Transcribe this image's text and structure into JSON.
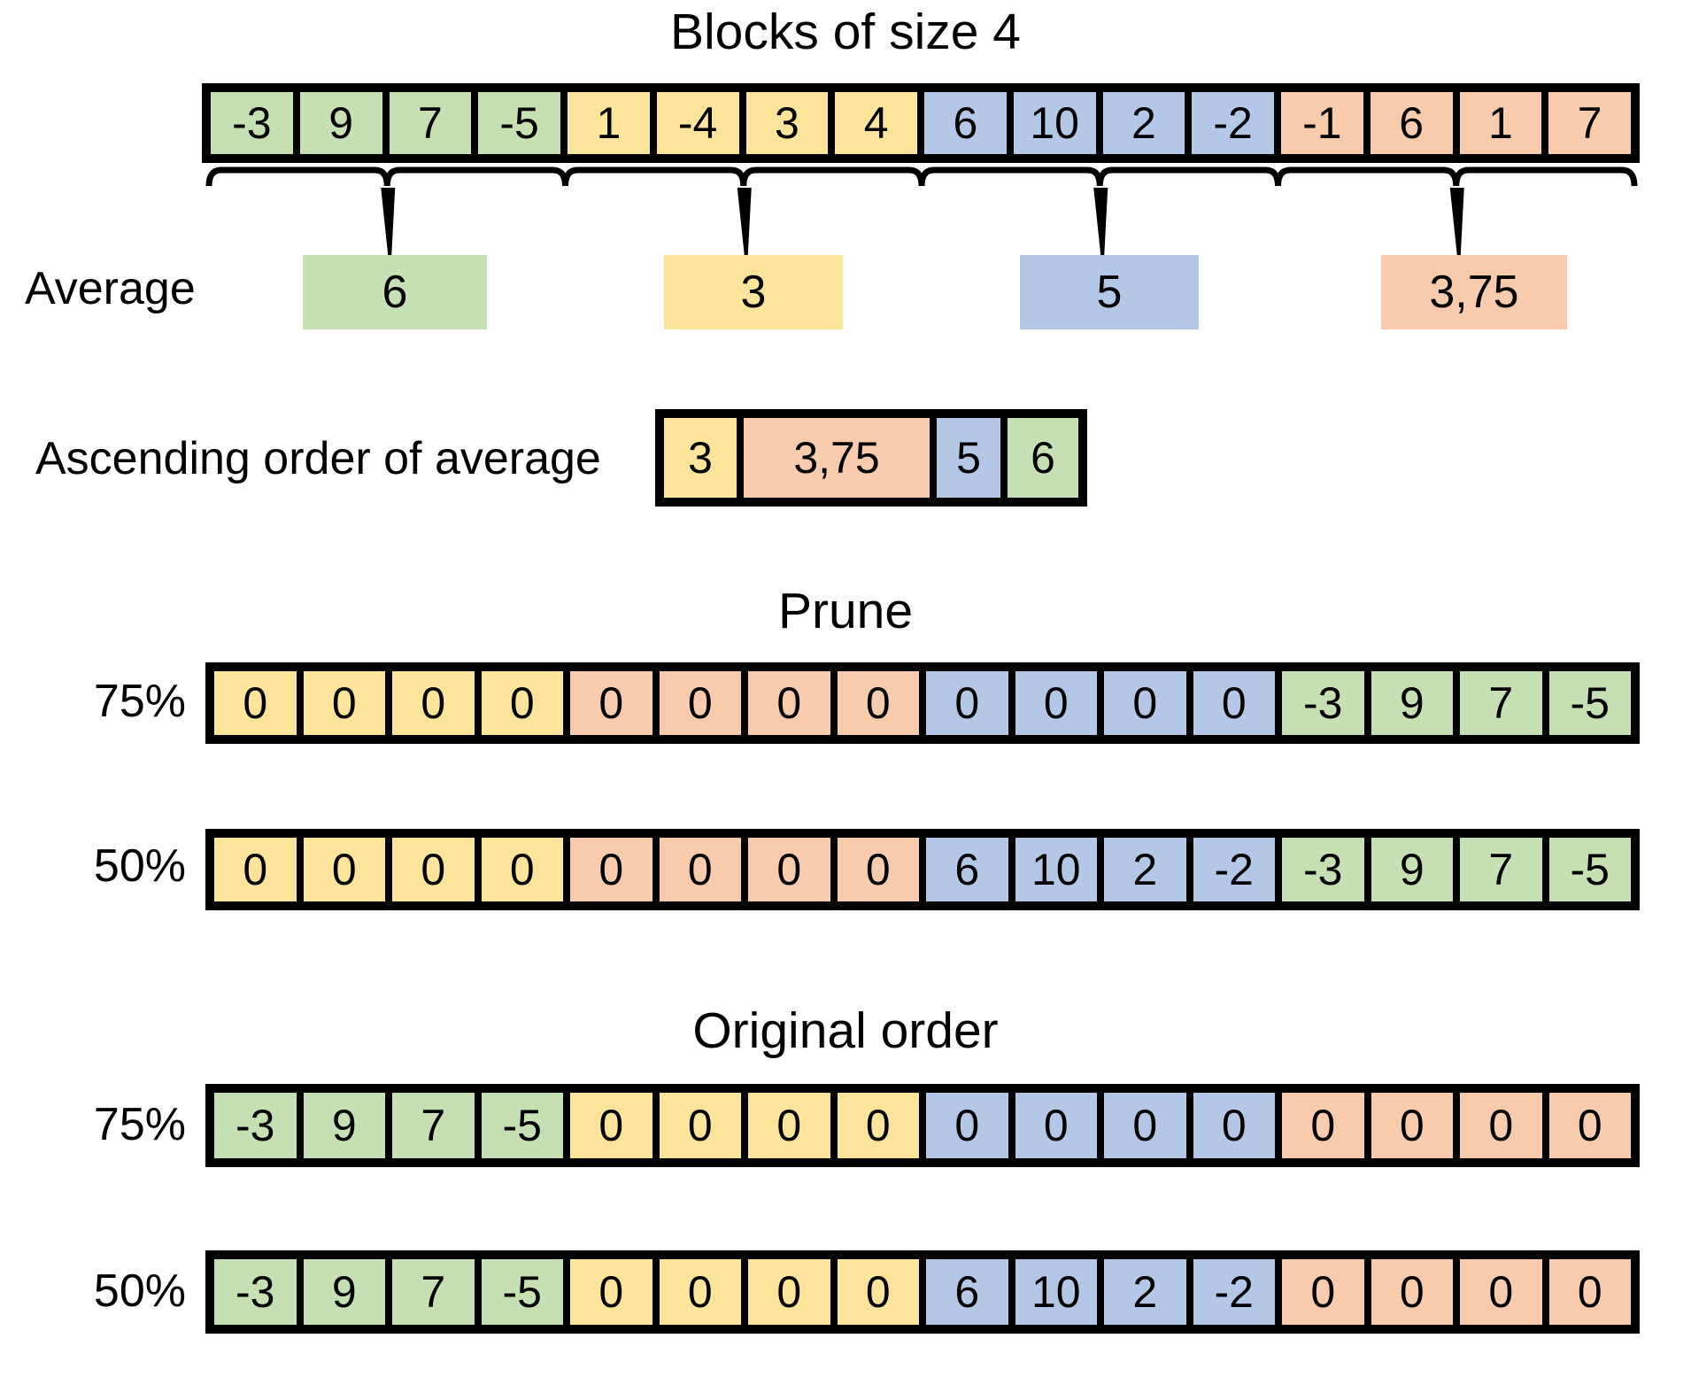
{
  "palette": {
    "green": "#c6e0b4",
    "yellow": "#fce49b",
    "blue": "#b4c7e7",
    "peach": "#f8cbad",
    "outline": "#000000",
    "background": "#ffffff"
  },
  "sections": {
    "blocks": {
      "title": "Blocks of size 4",
      "array": {
        "cells": [
          {
            "value": "-3",
            "color": "green"
          },
          {
            "value": "9",
            "color": "green"
          },
          {
            "value": "7",
            "color": "green"
          },
          {
            "value": "-5",
            "color": "green"
          },
          {
            "value": "1",
            "color": "yellow"
          },
          {
            "value": "-4",
            "color": "yellow"
          },
          {
            "value": "3",
            "color": "yellow"
          },
          {
            "value": "4",
            "color": "yellow"
          },
          {
            "value": "6",
            "color": "blue"
          },
          {
            "value": "10",
            "color": "blue"
          },
          {
            "value": "2",
            "color": "blue"
          },
          {
            "value": "-2",
            "color": "blue"
          },
          {
            "value": "-1",
            "color": "peach"
          },
          {
            "value": "6",
            "color": "peach"
          },
          {
            "value": "1",
            "color": "peach"
          },
          {
            "value": "7",
            "color": "peach"
          }
        ]
      }
    },
    "average": {
      "label": "Average",
      "values": [
        {
          "value": "6",
          "color": "green"
        },
        {
          "value": "3",
          "color": "yellow"
        },
        {
          "value": "5",
          "color": "blue"
        },
        {
          "value": "3,75",
          "color": "peach"
        }
      ]
    },
    "ascending": {
      "label": "Ascending order of average",
      "values": [
        {
          "value": "3",
          "color": "yellow"
        },
        {
          "value": "3,75",
          "color": "peach"
        },
        {
          "value": "5",
          "color": "blue"
        },
        {
          "value": "6",
          "color": "green"
        }
      ]
    },
    "prune": {
      "title": "Prune",
      "rows": [
        {
          "label": "75%",
          "cells": [
            {
              "value": "0",
              "color": "yellow"
            },
            {
              "value": "0",
              "color": "yellow"
            },
            {
              "value": "0",
              "color": "yellow"
            },
            {
              "value": "0",
              "color": "yellow"
            },
            {
              "value": "0",
              "color": "peach"
            },
            {
              "value": "0",
              "color": "peach"
            },
            {
              "value": "0",
              "color": "peach"
            },
            {
              "value": "0",
              "color": "peach"
            },
            {
              "value": "0",
              "color": "blue"
            },
            {
              "value": "0",
              "color": "blue"
            },
            {
              "value": "0",
              "color": "blue"
            },
            {
              "value": "0",
              "color": "blue"
            },
            {
              "value": "-3",
              "color": "green"
            },
            {
              "value": "9",
              "color": "green"
            },
            {
              "value": "7",
              "color": "green"
            },
            {
              "value": "-5",
              "color": "green"
            }
          ]
        },
        {
          "label": "50%",
          "cells": [
            {
              "value": "0",
              "color": "yellow"
            },
            {
              "value": "0",
              "color": "yellow"
            },
            {
              "value": "0",
              "color": "yellow"
            },
            {
              "value": "0",
              "color": "yellow"
            },
            {
              "value": "0",
              "color": "peach"
            },
            {
              "value": "0",
              "color": "peach"
            },
            {
              "value": "0",
              "color": "peach"
            },
            {
              "value": "0",
              "color": "peach"
            },
            {
              "value": "6",
              "color": "blue"
            },
            {
              "value": "10",
              "color": "blue"
            },
            {
              "value": "2",
              "color": "blue"
            },
            {
              "value": "-2",
              "color": "blue"
            },
            {
              "value": "-3",
              "color": "green"
            },
            {
              "value": "9",
              "color": "green"
            },
            {
              "value": "7",
              "color": "green"
            },
            {
              "value": "-5",
              "color": "green"
            }
          ]
        }
      ]
    },
    "original": {
      "title": "Original order",
      "rows": [
        {
          "label": "75%",
          "cells": [
            {
              "value": "-3",
              "color": "green"
            },
            {
              "value": "9",
              "color": "green"
            },
            {
              "value": "7",
              "color": "green"
            },
            {
              "value": "-5",
              "color": "green"
            },
            {
              "value": "0",
              "color": "yellow"
            },
            {
              "value": "0",
              "color": "yellow"
            },
            {
              "value": "0",
              "color": "yellow"
            },
            {
              "value": "0",
              "color": "yellow"
            },
            {
              "value": "0",
              "color": "blue"
            },
            {
              "value": "0",
              "color": "blue"
            },
            {
              "value": "0",
              "color": "blue"
            },
            {
              "value": "0",
              "color": "blue"
            },
            {
              "value": "0",
              "color": "peach"
            },
            {
              "value": "0",
              "color": "peach"
            },
            {
              "value": "0",
              "color": "peach"
            },
            {
              "value": "0",
              "color": "peach"
            }
          ]
        },
        {
          "label": "50%",
          "cells": [
            {
              "value": "-3",
              "color": "green"
            },
            {
              "value": "9",
              "color": "green"
            },
            {
              "value": "7",
              "color": "green"
            },
            {
              "value": "-5",
              "color": "green"
            },
            {
              "value": "0",
              "color": "yellow"
            },
            {
              "value": "0",
              "color": "yellow"
            },
            {
              "value": "0",
              "color": "yellow"
            },
            {
              "value": "0",
              "color": "yellow"
            },
            {
              "value": "6",
              "color": "blue"
            },
            {
              "value": "10",
              "color": "blue"
            },
            {
              "value": "2",
              "color": "blue"
            },
            {
              "value": "-2",
              "color": "blue"
            },
            {
              "value": "0",
              "color": "peach"
            },
            {
              "value": "0",
              "color": "peach"
            },
            {
              "value": "0",
              "color": "peach"
            },
            {
              "value": "0",
              "color": "peach"
            }
          ]
        }
      ]
    }
  },
  "braces": {
    "count": 4,
    "description": "curly brace grouping each block of 4 cells down to its average box"
  }
}
